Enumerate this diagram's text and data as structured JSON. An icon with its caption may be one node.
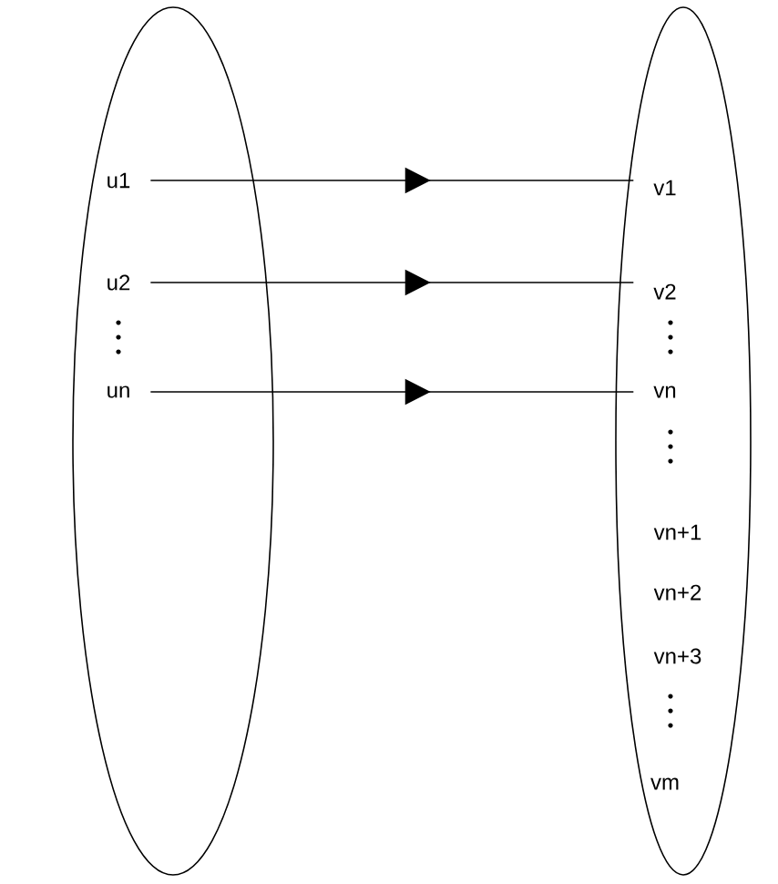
{
  "diagram": {
    "nodes": [
      {
        "text": [],
        "shape": "ellipse"
      },
      {
        "text": [
          "u1"
        ],
        "in": 0
      },
      {
        "text": [
          "u2"
        ],
        "in": 0
      },
      {
        "text": [
          "un"
        ],
        "in": 0
      },
      {
        "text": [],
        "shape": "ellipse"
      },
      {
        "text": [
          "v1"
        ],
        "in": 4
      },
      {
        "text": [
          "v2"
        ],
        "in": 4
      },
      {
        "text": [
          "vn"
        ],
        "in": 4
      },
      {
        "text": [
          "vn+1"
        ],
        "in": 4
      },
      {
        "text": [
          "vn+2"
        ],
        "in": 4
      },
      {
        "text": [
          "vn+3"
        ],
        "in": 4
      },
      {
        "text": [
          "vm"
        ],
        "in": 4
      }
    ],
    "edges": [
      {
        "from": 1,
        "to": 5,
        "arrow": "to"
      },
      {
        "from": 2,
        "to": 6,
        "arrow": "to"
      },
      {
        "from": 3,
        "to": 7,
        "arrow": "to"
      }
    ]
  }
}
